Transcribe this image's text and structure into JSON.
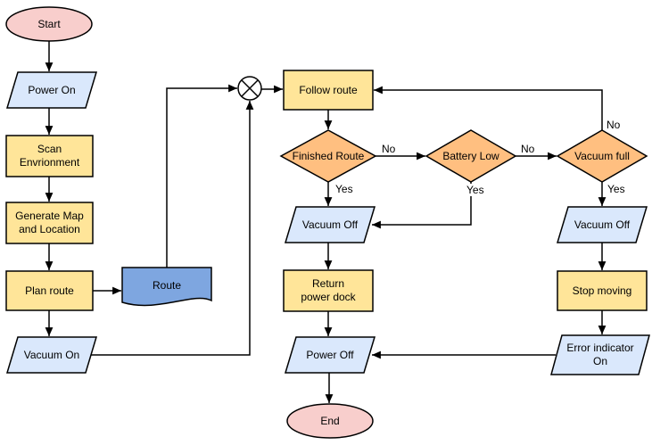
{
  "diagram": {
    "nodes": {
      "start": "Start",
      "power_on": "Power On",
      "scan_environment": "Scan\nEnvrionment",
      "generate_map": "Generate Map\nand Location",
      "plan_route": "Plan route",
      "route_document": "Route",
      "vacuum_on": "Vacuum On",
      "follow_route": "Follow route",
      "finished_route": "Finished Route",
      "battery_low": "Battery Low",
      "vacuum_full": "Vacuum full",
      "vacuum_off_left": "Vacuum Off",
      "vacuum_off_right": "Vacuum Off",
      "return_power_dock": "Return\npower dock",
      "stop_moving": "Stop moving",
      "power_off": "Power Off",
      "error_indicator_on": "Error indicator\nOn",
      "end": "End"
    },
    "edge_labels": {
      "finished_route_no": "No",
      "battery_low_no": "No",
      "vacuum_full_no": "No",
      "finished_route_yes": "Yes",
      "battery_low_yes": "Yes",
      "vacuum_full_yes": "Yes"
    },
    "colors": {
      "terminal_fill": "#f8cecc",
      "process_fill": "#ffe599",
      "io_fill": "#dae8fc",
      "decision_fill": "#ffbf80",
      "document_fill": "#7ea6e0",
      "stroke": "#000000",
      "canvas_bg": "#ffffff"
    }
  }
}
